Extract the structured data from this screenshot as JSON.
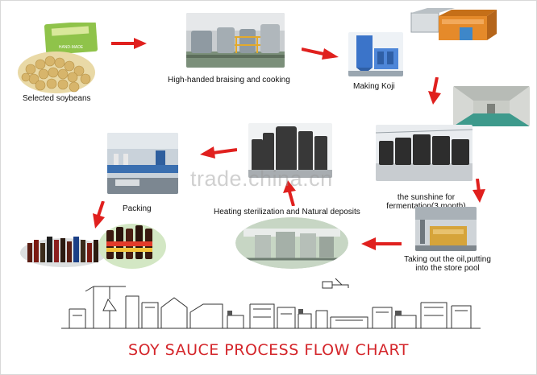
{
  "title": "SOY SAUCE PROCESS FLOW CHART",
  "watermark": "trade.china.cn",
  "colors": {
    "arrow": "#e0201e",
    "title": "#d4252a",
    "dark_tank": "#3a3a3a",
    "teal_floor": "#3e9a8c"
  },
  "bag_label": "HAND-MADE",
  "steps": [
    {
      "id": "soybeans",
      "label": "Selected soybeans"
    },
    {
      "id": "cooking",
      "label": "High-handed braising and cooking"
    },
    {
      "id": "koji",
      "label": "Making Koji"
    },
    {
      "id": "fermentation",
      "label_lines": [
        "the sunshine for",
        "fermentation(3 month)"
      ]
    },
    {
      "id": "oil",
      "label_lines": [
        "Taking out the oil,putting",
        "into the store pool"
      ]
    },
    {
      "id": "sterilization",
      "label": "Heating sterilization and Natural deposits"
    },
    {
      "id": "packing",
      "label": "Packing"
    },
    {
      "id": "bottles",
      "label": ""
    }
  ]
}
